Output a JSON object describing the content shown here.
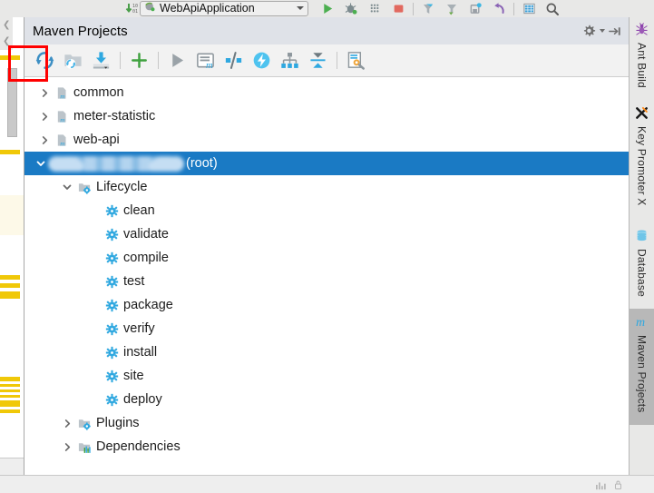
{
  "ide_toolbar": {
    "run_config": {
      "label": "WebApiApplication",
      "icon": "spring-boot-icon",
      "dropdown_icon": "chevron-down-icon"
    },
    "buttons": [
      {
        "name": "run-button",
        "icon": "run-play-icon",
        "label": "Run"
      },
      {
        "name": "debug-button",
        "icon": "debug-bug-icon",
        "label": "Debug"
      },
      {
        "name": "coverage-button",
        "icon": "run-with-coverage-icon",
        "label": "Run with Coverage"
      },
      {
        "name": "stop-button",
        "icon": "stop-square-icon",
        "label": "Stop"
      },
      {
        "name": "update-project-button",
        "icon": "vcs-update-icon",
        "label": "Update Project"
      },
      {
        "name": "commit-button",
        "icon": "vcs-commit-icon",
        "label": "Commit"
      },
      {
        "name": "push-button",
        "icon": "vcs-push-icon",
        "label": "Push"
      },
      {
        "name": "rollback-button",
        "icon": "vcs-rollback-arrow-icon",
        "label": "Rollback"
      },
      {
        "name": "database-grid-button",
        "icon": "table-grid-icon",
        "label": "Database"
      },
      {
        "name": "search-everywhere-button",
        "icon": "search-icon",
        "label": "Search Everywhere"
      }
    ],
    "left_digits_icon": "binary-10-01-icon"
  },
  "tool_window": {
    "title": "Maven Projects",
    "header_actions": [
      {
        "name": "settings-gear-button",
        "icon": "gear-icon",
        "label": "Settings"
      },
      {
        "name": "hide-panel-button",
        "icon": "hide-arrow-right-icon",
        "label": "Hide"
      }
    ],
    "toolbar": [
      {
        "name": "reimport-all-maven-projects-button",
        "icon": "refresh-cycle-icon",
        "label": "Reimport All Maven Projects",
        "highlighted": true
      },
      {
        "name": "generate-sources-button",
        "icon": "folder-refresh-icon",
        "label": "Generate Sources and Update Folders"
      },
      {
        "name": "download-sources-button",
        "icon": "download-arrow-icon",
        "label": "Download Sources and/or Documentation"
      },
      {
        "name": "add-maven-project-button",
        "icon": "plus-icon",
        "label": "Add Maven Projects"
      },
      {
        "name": "run-maven-build-button",
        "icon": "play-triangle-icon",
        "label": "Run Maven Build"
      },
      {
        "name": "execute-goal-button",
        "icon": "maven-m-document-icon",
        "label": "Execute Maven Goal"
      },
      {
        "name": "toggle-skip-tests-button",
        "icon": "skip-tests-slash-icon",
        "label": "Toggle 'Skip Tests' Mode"
      },
      {
        "name": "toggle-offline-button",
        "icon": "lightning-bolt-icon",
        "label": "Toggle Offline Mode"
      },
      {
        "name": "show-dependency-tree-button",
        "icon": "hierarchy-tree-icon",
        "label": "Show Dependency Tree"
      },
      {
        "name": "collapse-all-button",
        "icon": "collapse-all-icon",
        "label": "Collapse All"
      },
      {
        "name": "maven-settings-button",
        "icon": "settings-wrench-icon",
        "label": "Maven Settings"
      }
    ]
  },
  "tree": {
    "modules": [
      {
        "label": "common",
        "icon": "maven-module-icon",
        "expanded": false,
        "twisty": "chevron-right-icon"
      },
      {
        "label": "meter-statistic",
        "icon": "maven-module-icon",
        "expanded": false,
        "twisty": "chevron-right-icon"
      },
      {
        "label": "web-api",
        "icon": "maven-module-icon",
        "expanded": false,
        "twisty": "chevron-right-icon"
      }
    ],
    "root_project": {
      "label_redacted": true,
      "label_suffix": " (root)",
      "selected": true,
      "expanded": true,
      "twisty": "chevron-down-icon"
    },
    "lifecycle": {
      "label": "Lifecycle",
      "icon": "folder-gear-icon",
      "expanded": true,
      "twisty": "chevron-down-icon",
      "goals": [
        {
          "label": "clean",
          "icon": "maven-goal-gear-icon"
        },
        {
          "label": "validate",
          "icon": "maven-goal-gear-icon"
        },
        {
          "label": "compile",
          "icon": "maven-goal-gear-icon"
        },
        {
          "label": "test",
          "icon": "maven-goal-gear-icon"
        },
        {
          "label": "package",
          "icon": "maven-goal-gear-icon"
        },
        {
          "label": "verify",
          "icon": "maven-goal-gear-icon"
        },
        {
          "label": "install",
          "icon": "maven-goal-gear-icon"
        },
        {
          "label": "site",
          "icon": "maven-goal-gear-icon"
        },
        {
          "label": "deploy",
          "icon": "maven-goal-gear-icon"
        }
      ]
    },
    "plugins": {
      "label": "Plugins",
      "icon": "folder-gear-icon",
      "expanded": false,
      "twisty": "chevron-right-icon"
    },
    "dependencies": {
      "label": "Dependencies",
      "icon": "folder-bars-icon",
      "expanded": false,
      "twisty": "chevron-right-icon"
    }
  },
  "right_stripe": [
    {
      "label": "Ant Build",
      "icon": "ant-bug-icon",
      "active": false
    },
    {
      "label": "Key Promoter X",
      "icon": "key-promoter-x-icon",
      "active": false
    },
    {
      "label": "Database",
      "icon": "database-cylinder-icon",
      "active": false
    },
    {
      "label": "Maven Projects",
      "icon": "maven-m-icon",
      "active": true
    }
  ],
  "annotation": {
    "type": "red-rectangle",
    "target": "reimport-all-maven-projects-button",
    "color": "#ff0000"
  },
  "colors": {
    "selection_blue": "#1a7ac4",
    "panel_header": "#dfe2e8",
    "toolbar_bg": "#f2f2f2",
    "icon_blue": "#389fd6",
    "accent_green": "#46a546",
    "annotation_red": "#ff0000",
    "marker_yellow": "#f0c808"
  }
}
